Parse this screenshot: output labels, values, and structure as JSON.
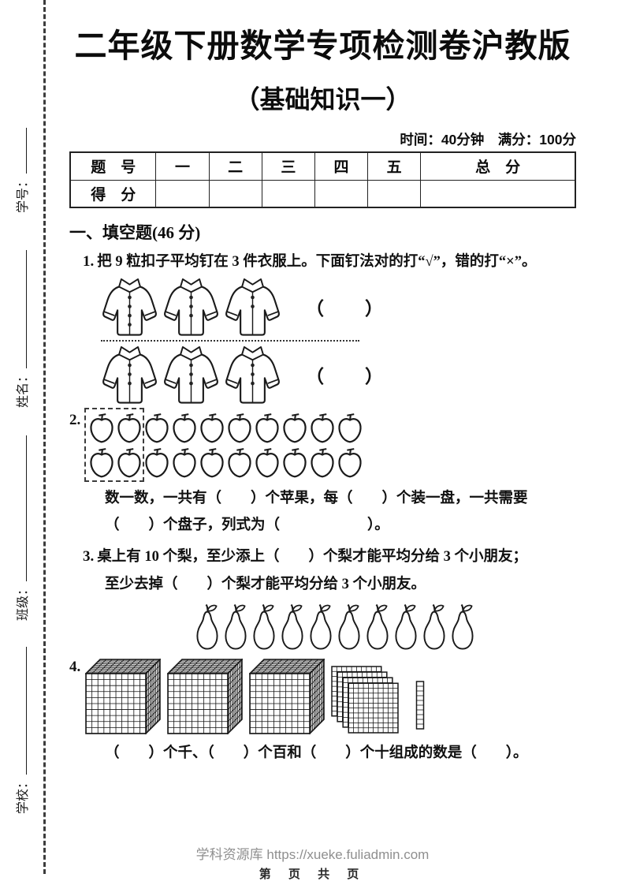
{
  "page": {
    "title": "二年级下册数学专项检测卷沪教版",
    "subtitle": "（基础知识一）",
    "meta": "时间：40分钟　满分：100分",
    "footer_site": "学科资源库 https://xueke.fuliadmin.com",
    "footer_page": "第 页 共 页"
  },
  "sidebar": {
    "labels": [
      {
        "label": "学号：",
        "line_len": 58
      },
      {
        "label": "姓名：",
        "line_len": 150
      },
      {
        "label": "班级：",
        "line_len": 185
      },
      {
        "label": "学校：",
        "line_len": 162
      }
    ]
  },
  "score_table": {
    "header_row": [
      "题　号",
      "一",
      "二",
      "三",
      "四",
      "五",
      "总　分"
    ],
    "score_row_label": "得　分",
    "score_cells": [
      "",
      "",
      "",
      "",
      "",
      ""
    ]
  },
  "section1": {
    "heading": "一、填空题(46 分)"
  },
  "q1": {
    "number": "1.",
    "text": "把 9 粒扣子平均钉在 3 件衣服上。下面钉法对的打“√”，错的打“×”。",
    "rows": [
      {
        "jacket_buttons": [
          4,
          3,
          2
        ],
        "answer_blank": "（　　）"
      },
      {
        "jacket_buttons": [
          3,
          3,
          3
        ],
        "answer_blank": "（　　）"
      }
    ]
  },
  "q2": {
    "number": "2.",
    "apples": {
      "rows": 2,
      "cols": 10,
      "boxed_cols": 2
    },
    "line1": "数一数，一共有（　　）个苹果，每（　　）个装一盘，一共需要",
    "line2": "（　　）个盘子，列式为（　　　　　　）。"
  },
  "q3": {
    "number": "3.",
    "line1": "桌上有 10 个梨，至少添上（　　）个梨才能平均分给 3 个小朋友；",
    "line2": "至少去掉（　　）个梨才能平均分给 3 个小朋友。",
    "pears": 10
  },
  "q4": {
    "number": "4.",
    "blocks": {
      "thousands": 3,
      "hundreds": 4,
      "tens": 1
    },
    "line": "（　　）个千、（　　）个百和（　　）个十组成的数是（　　）。"
  }
}
